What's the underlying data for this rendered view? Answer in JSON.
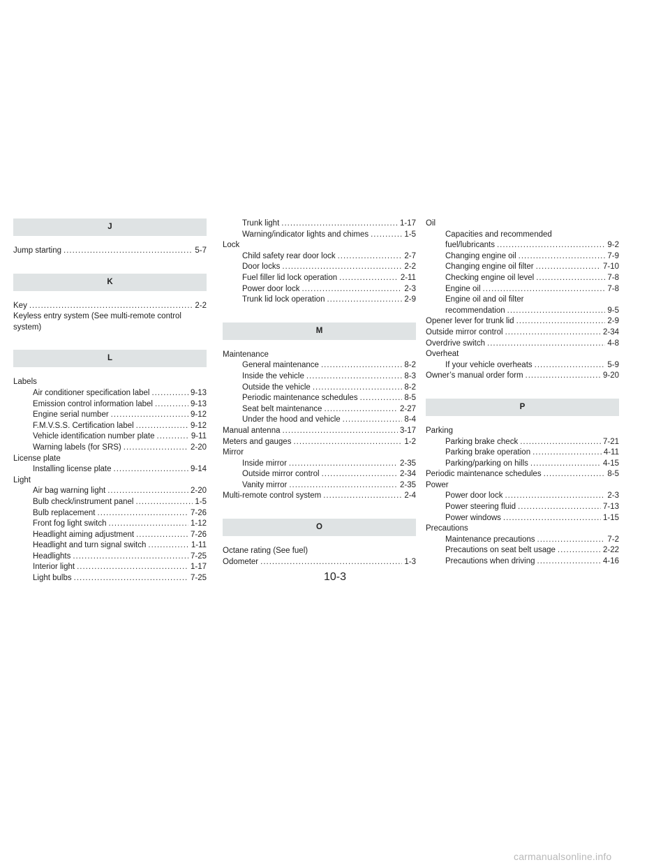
{
  "columns": [
    {
      "blocks": [
        {
          "type": "header",
          "text": "J"
        },
        {
          "type": "entry",
          "text": "Jump starting",
          "page": "5-7"
        },
        {
          "type": "header",
          "text": "K"
        },
        {
          "type": "entry",
          "text": "Key",
          "page": "2-2"
        },
        {
          "type": "entry",
          "text": "Keyless entry system (See multi-remote control system)",
          "page": ""
        },
        {
          "type": "header",
          "text": "L"
        },
        {
          "type": "entry",
          "text": "Labels",
          "page": ""
        },
        {
          "type": "sub",
          "text": "Air conditioner specification label",
          "page": "9-13"
        },
        {
          "type": "sub",
          "text": "Emission control information label",
          "page": "9-13"
        },
        {
          "type": "sub",
          "text": "Engine serial number",
          "page": "9-12"
        },
        {
          "type": "sub",
          "text": "F.M.V.S.S. Certification label",
          "page": "9-12"
        },
        {
          "type": "sub",
          "text": "Vehicle identification number plate",
          "page": "9-11"
        },
        {
          "type": "sub",
          "text": "Warning labels (for SRS)",
          "page": "2-20"
        },
        {
          "type": "entry",
          "text": "License plate",
          "page": ""
        },
        {
          "type": "sub",
          "text": "Installing license plate",
          "page": "9-14"
        },
        {
          "type": "entry",
          "text": "Light",
          "page": ""
        },
        {
          "type": "sub",
          "text": "Air bag warning light",
          "page": "2-20"
        },
        {
          "type": "sub",
          "text": "Bulb check/instrument panel",
          "page": "1-5"
        },
        {
          "type": "sub",
          "text": "Bulb replacement",
          "page": "7-26"
        },
        {
          "type": "sub",
          "text": "Front fog light switch",
          "page": "1-12"
        },
        {
          "type": "sub",
          "text": "Headlight aiming adjustment",
          "page": "7-26"
        },
        {
          "type": "sub",
          "text": "Headlight and turn signal switch",
          "page": "1-11"
        },
        {
          "type": "sub",
          "text": "Headlights",
          "page": "7-25"
        },
        {
          "type": "sub",
          "text": "Interior light",
          "page": "1-17"
        },
        {
          "type": "sub",
          "text": "Light bulbs",
          "page": "7-25"
        }
      ]
    },
    {
      "blocks": [
        {
          "type": "sub",
          "text": "Trunk light",
          "page": "1-17"
        },
        {
          "type": "sub",
          "text": "Warning/indicator lights and chimes",
          "page": "1-5"
        },
        {
          "type": "entry",
          "text": "Lock",
          "page": ""
        },
        {
          "type": "sub",
          "text": "Child safety rear door lock",
          "page": "2-7"
        },
        {
          "type": "sub",
          "text": "Door locks",
          "page": "2-2"
        },
        {
          "type": "sub",
          "text": "Fuel filler lid lock operation",
          "page": "2-11"
        },
        {
          "type": "sub",
          "text": "Power door lock",
          "page": "2-3"
        },
        {
          "type": "sub",
          "text": "Trunk lid lock operation",
          "page": "2-9"
        },
        {
          "type": "header",
          "text": "M"
        },
        {
          "type": "entry",
          "text": "Maintenance",
          "page": ""
        },
        {
          "type": "sub",
          "text": "General maintenance",
          "page": "8-2"
        },
        {
          "type": "sub",
          "text": "Inside the vehicle",
          "page": "8-3"
        },
        {
          "type": "sub",
          "text": "Outside the vehicle",
          "page": "8-2"
        },
        {
          "type": "sub",
          "text": "Periodic maintenance schedules",
          "page": "8-5"
        },
        {
          "type": "sub",
          "text": "Seat belt maintenance",
          "page": "2-27"
        },
        {
          "type": "sub",
          "text": "Under the hood and vehicle",
          "page": "8-4"
        },
        {
          "type": "entry",
          "text": "Manual antenna",
          "page": "3-17"
        },
        {
          "type": "entry",
          "text": "Meters and gauges",
          "page": "1-2"
        },
        {
          "type": "entry",
          "text": "Mirror",
          "page": ""
        },
        {
          "type": "sub",
          "text": "Inside mirror",
          "page": "2-35"
        },
        {
          "type": "sub",
          "text": "Outside mirror control",
          "page": "2-34"
        },
        {
          "type": "sub",
          "text": "Vanity mirror",
          "page": "2-35"
        },
        {
          "type": "entry",
          "text": "Multi-remote control system",
          "page": "2-4"
        },
        {
          "type": "header",
          "text": "O"
        },
        {
          "type": "entry",
          "text": "Octane rating (See fuel)",
          "page": ""
        },
        {
          "type": "entry",
          "text": "Odometer",
          "page": "1-3"
        }
      ]
    },
    {
      "blocks": [
        {
          "type": "entry",
          "text": "Oil",
          "page": ""
        },
        {
          "type": "sub",
          "text": "Capacities and recommended",
          "text2": "fuel/lubricants",
          "page": "9-2"
        },
        {
          "type": "sub",
          "text": "Changing engine oil",
          "page": "7-9"
        },
        {
          "type": "sub",
          "text": "Changing engine oil filter",
          "page": "7-10"
        },
        {
          "type": "sub",
          "text": "Checking engine oil level",
          "page": "7-8"
        },
        {
          "type": "sub",
          "text": "Engine oil",
          "page": "7-8"
        },
        {
          "type": "sub",
          "text": "Engine oil and oil filter",
          "text2": "recommendation",
          "page": "9-5"
        },
        {
          "type": "entry",
          "text": "Opener lever for trunk lid",
          "page": "2-9"
        },
        {
          "type": "entry",
          "text": "Outside mirror control",
          "page": "2-34"
        },
        {
          "type": "entry",
          "text": "Overdrive switch",
          "page": "4-8"
        },
        {
          "type": "entry",
          "text": "Overheat",
          "page": ""
        },
        {
          "type": "sub",
          "text": "If your vehicle overheats",
          "page": "5-9"
        },
        {
          "type": "entry",
          "text": "Owner’s manual order form",
          "page": "9-20"
        },
        {
          "type": "header",
          "text": "P"
        },
        {
          "type": "entry",
          "text": "Parking",
          "page": ""
        },
        {
          "type": "sub",
          "text": "Parking brake check",
          "page": "7-21"
        },
        {
          "type": "sub",
          "text": "Parking brake operation",
          "page": "4-11"
        },
        {
          "type": "sub",
          "text": "Parking/parking on hills",
          "page": "4-15"
        },
        {
          "type": "entry",
          "text": "Periodic maintenance schedules",
          "page": "8-5"
        },
        {
          "type": "entry",
          "text": "Power",
          "page": ""
        },
        {
          "type": "sub",
          "text": "Power door lock",
          "page": "2-3"
        },
        {
          "type": "sub",
          "text": "Power steering fluid",
          "page": "7-13"
        },
        {
          "type": "sub",
          "text": "Power windows",
          "page": "1-15"
        },
        {
          "type": "entry",
          "text": "Precautions",
          "page": ""
        },
        {
          "type": "sub",
          "text": "Maintenance precautions",
          "page": "7-2"
        },
        {
          "type": "sub",
          "text": "Precautions on seat belt usage",
          "page": "2-22"
        },
        {
          "type": "sub",
          "text": "Precautions when driving",
          "page": "4-16"
        }
      ]
    }
  ],
  "page_number": "10-3",
  "watermark": "carmanualsonline.info"
}
